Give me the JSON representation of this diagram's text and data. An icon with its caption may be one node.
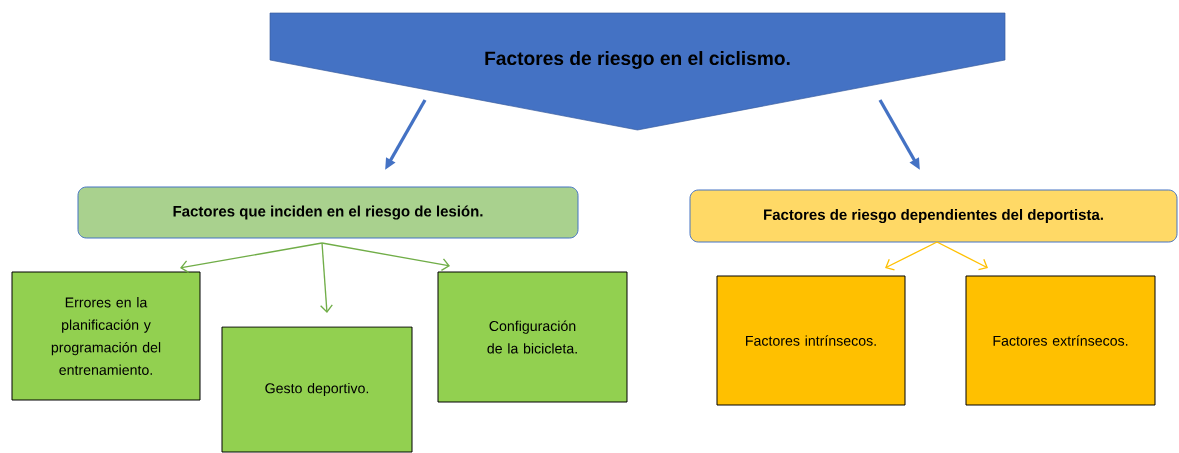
{
  "diagram": {
    "nodes": [
      {
        "text": [
          "Factores de riesgo en el ciclismo."
        ]
      },
      {
        "text": [
          "Factores que inciden en el riesgo de lesión."
        ]
      },
      {
        "text": [
          "Factores de riesgo dependientes del deportista."
        ]
      },
      {
        "text": [
          "Errores en la planificación y programación del entrenamiento."
        ]
      },
      {
        "text": [
          "Gesto deportivo."
        ]
      },
      {
        "text": [
          "Configuración de la bicicleta."
        ]
      },
      {
        "text": [
          "Factores intrínsecos."
        ]
      },
      {
        "text": [
          "Factores extrínsecos."
        ]
      }
    ],
    "edges": [
      {
        "from": 0,
        "to": 1,
        "arrow": "to",
        "style": "thick",
        "color": "#4472c4"
      },
      {
        "from": 0,
        "to": 2,
        "arrow": "to",
        "style": "thick",
        "color": "#4472c4"
      },
      {
        "from": 1,
        "to": 3,
        "arrow": "to",
        "color": "#70ad47"
      },
      {
        "from": 1,
        "to": 4,
        "arrow": "to",
        "color": "#70ad47"
      },
      {
        "from": 1,
        "to": 5,
        "arrow": "to",
        "color": "#70ad47"
      },
      {
        "from": 2,
        "to": 6,
        "arrow": "to",
        "color": "#ffc000"
      },
      {
        "from": 2,
        "to": 7,
        "arrow": "to",
        "color": "#ffc000"
      }
    ]
  }
}
